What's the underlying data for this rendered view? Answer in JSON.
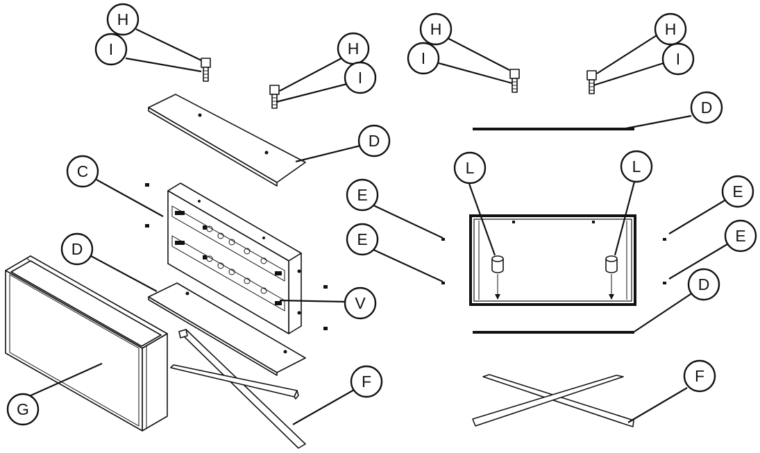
{
  "callouts": {
    "h1": "H",
    "i1": "I",
    "h2": "H",
    "i2": "I",
    "h3": "H",
    "i3": "I",
    "h4": "H",
    "i4": "I",
    "d_top_left": "D",
    "c_panel": "C",
    "d_mid_left": "D",
    "v_panel": "V",
    "g_cabinet": "G",
    "f_left": "F",
    "d_top_right": "D",
    "l_left": "L",
    "l_right": "L",
    "e_upper_left": "E",
    "e_lower_left": "E",
    "e_upper_right": "E",
    "e_lower_right": "E",
    "d_bottom_right": "D",
    "f_right": "F"
  },
  "colors": {
    "line": "#111111",
    "background": "#ffffff"
  }
}
